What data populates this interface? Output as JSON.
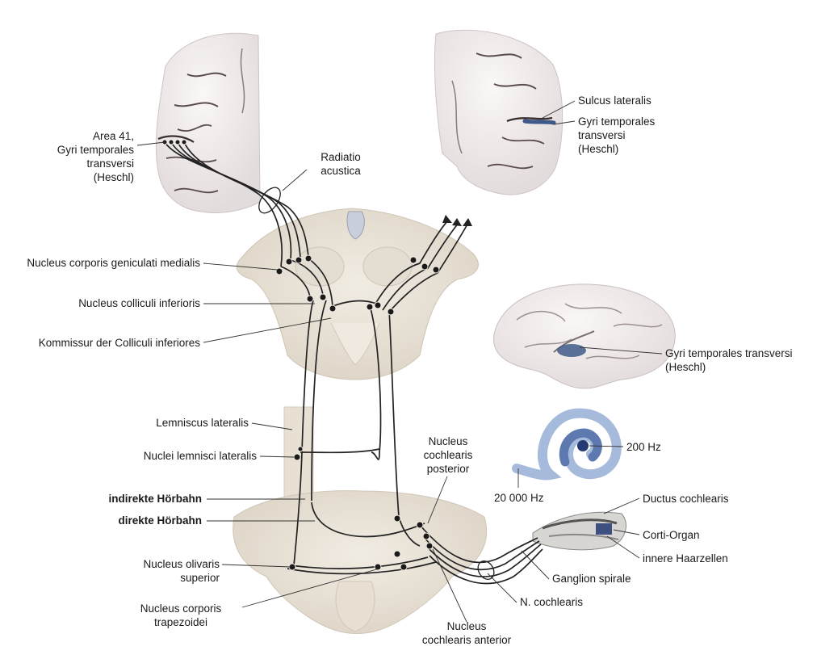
{
  "labels": {
    "area41": [
      "Area 41,",
      "Gyri temporales",
      "transversi",
      "(Heschl)"
    ],
    "radiatio": [
      "Radiatio",
      "acustica"
    ],
    "sulcus_lateralis": "Sulcus lateralis",
    "gyri_right": [
      "Gyri temporales",
      "transversi",
      "(Heschl)"
    ],
    "ncgm": "Nucleus corporis geniculati medialis",
    "nci": "Nucleus colliculi inferioris",
    "kommissur": "Kommissur der Colliculi inferiores",
    "gyri_brain": [
      "Gyri temporales transversi",
      "(Heschl)"
    ],
    "lemniscus": "Lemniscus lateralis",
    "nuclei_lemnisci": "Nuclei lemnisci lateralis",
    "ncp": [
      "Nucleus",
      "cochlearis",
      "posterior"
    ],
    "hz200": "200 Hz",
    "hz20000": "20 000 Hz",
    "indirekte": "indirekte Hörbahn",
    "direkte": "direkte Hörbahn",
    "ductus": "Ductus cochlearis",
    "corti": "Corti-Organ",
    "haarzellen": "innere Haarzellen",
    "olivaris": [
      "Nucleus olivaris",
      "superior"
    ],
    "ganglion": "Ganglion spirale",
    "trapezoidei": [
      "Nucleus corporis",
      "trapezoidei"
    ],
    "n_cochlearis": "N. cochlearis",
    "nca": [
      "Nucleus",
      "cochlearis anterior"
    ]
  },
  "colors": {
    "tissue": "#ece6dc",
    "tissue_shade": "#d8cfc2",
    "gyrus_fill": "#f3eeee",
    "sulcus": "#4a4040",
    "heschl": "#3f5a8a",
    "cochlea_dark": "#243a72",
    "cochlea_light": "#a6badc",
    "pathway": "#222222"
  }
}
